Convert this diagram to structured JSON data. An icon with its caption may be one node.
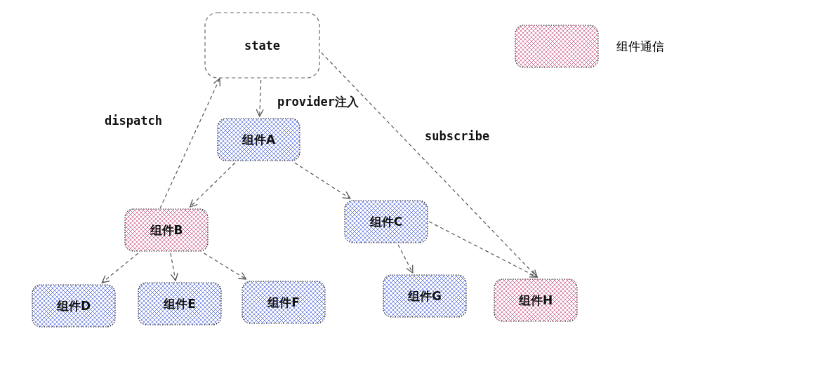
{
  "diagram": {
    "nodes": [
      {
        "text": [
          "state"
        ]
      },
      {
        "text": [
          "组件A"
        ]
      },
      {
        "text": [
          "组件B"
        ]
      },
      {
        "text": [
          "组件C"
        ]
      },
      {
        "text": [
          "组件D"
        ]
      },
      {
        "text": [
          "组件E"
        ]
      },
      {
        "text": [
          "组件F"
        ]
      },
      {
        "text": [
          "组件G"
        ]
      },
      {
        "text": [
          "组件H"
        ]
      }
    ],
    "edges": [
      {
        "from": 0,
        "to": 1,
        "arrow": "to",
        "label": "provider注入"
      },
      {
        "from": 1,
        "to": 2,
        "arrow": "to"
      },
      {
        "from": 1,
        "to": 3,
        "arrow": "to"
      },
      {
        "from": 2,
        "to": 0,
        "arrow": "to",
        "label": "dispatch"
      },
      {
        "from": 2,
        "to": 4,
        "arrow": "to"
      },
      {
        "from": 2,
        "to": 5,
        "arrow": "to"
      },
      {
        "from": 2,
        "to": 6,
        "arrow": "to"
      },
      {
        "from": 3,
        "to": 7,
        "arrow": "to"
      },
      {
        "from": 3,
        "to": 8,
        "arrow": "to"
      },
      {
        "from": 0,
        "to": 8,
        "arrow": "to",
        "label": "subscribe"
      }
    ],
    "legend": [
      {
        "text": "组件通信",
        "color": "#d4729a"
      }
    ]
  }
}
